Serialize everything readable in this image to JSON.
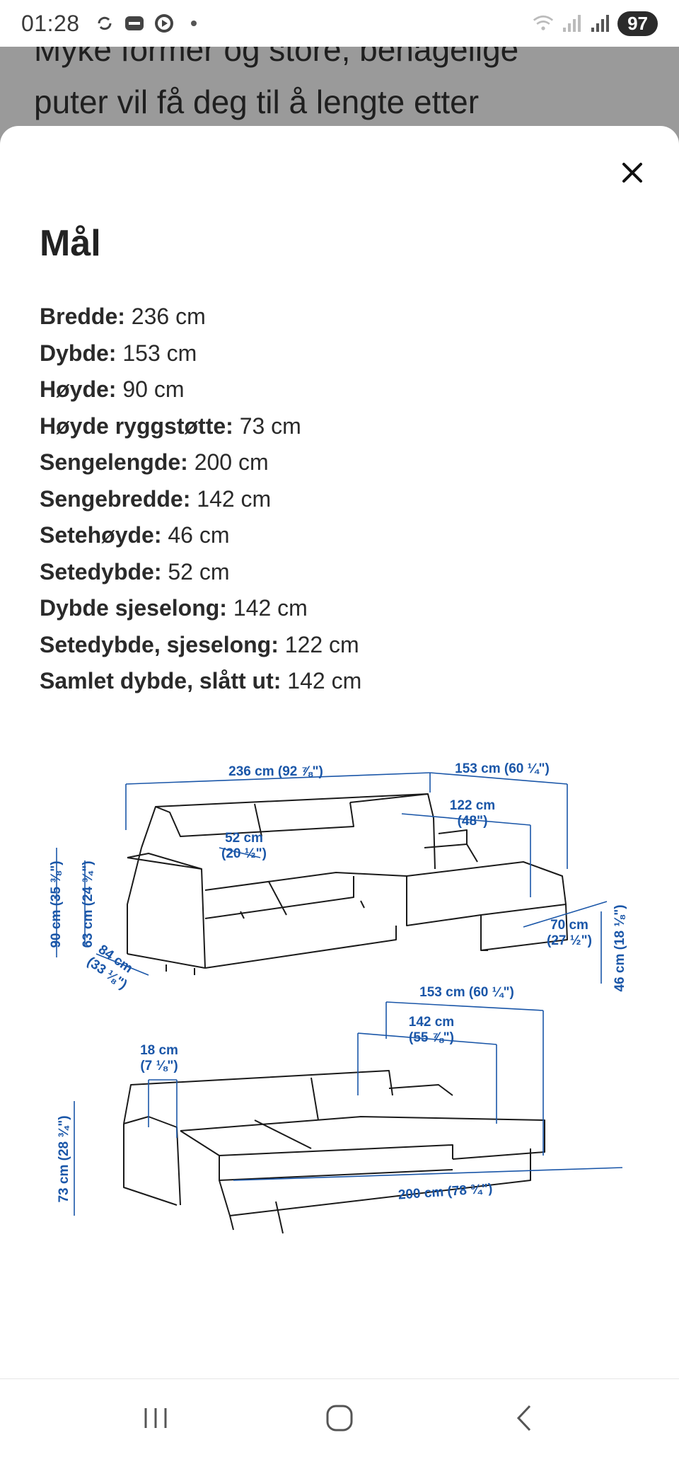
{
  "status_bar": {
    "time": "01:28",
    "battery": "97",
    "icons": [
      "sync-icon",
      "wear-icon",
      "play-icon",
      "dot-icon",
      "wifi-icon",
      "signal-icon",
      "signal-icon"
    ]
  },
  "background_page": {
    "line1": "Myke former og store, behagelige",
    "line2": "puter vil få deg til å lengte etter"
  },
  "sheet": {
    "title": "Mål",
    "close_icon": "close-icon",
    "dimensions": [
      {
        "label": "Bredde:",
        "value": " 236 cm"
      },
      {
        "label": "Dybde:",
        "value": " 153 cm"
      },
      {
        "label": "Høyde:",
        "value": " 90 cm"
      },
      {
        "label": "Høyde ryggstøtte:",
        "value": " 73 cm"
      },
      {
        "label": "Sengelengde:",
        "value": " 200 cm"
      },
      {
        "label": "Sengebredde:",
        "value": " 142 cm"
      },
      {
        "label": "Setehøyde:",
        "value": " 46 cm"
      },
      {
        "label": "Setedybde:",
        "value": " 52 cm"
      },
      {
        "label": "Dybde sjeselong:",
        "value": " 142 cm"
      },
      {
        "label": "Setedybde, sjeselong:",
        "value": " 122 cm"
      },
      {
        "label": "Samlet dybde, slått ut:",
        "value": " 142 cm"
      }
    ],
    "drawing_labels": {
      "width": "236 cm (92 ⅞\")",
      "depth": "153 cm (60 ¼\")",
      "chaise_seat_depth_l1": "122 cm",
      "chaise_seat_depth_l2": "(48\")",
      "seat_depth_l1": "52 cm",
      "seat_depth_l2": "(20 ½\")",
      "height": "90 cm (35 ⅜\")",
      "back_height": "63 cm (24 ¾\")",
      "arm_depth_l1": "84 cm",
      "arm_depth_l2": "(33 ⅛\")",
      "chaise_width_l1": "70 cm",
      "chaise_width_l2": "(27 ½\")",
      "seat_height": "46 cm (18 ⅛\")",
      "bed_depth": "153 cm (60 ¼\")",
      "bed_width_l1": "142 cm",
      "bed_width_l2": "(55 ⅞\")",
      "arm_width_l1": "18 cm",
      "arm_width_l2": "(7 ⅛\")",
      "bed_height": "73 cm (28 ¾\")",
      "bed_length": "200 cm (78 ¾\")"
    },
    "colors": {
      "dimension_blue": "#1a56a8",
      "line": "#1a1a1a"
    }
  },
  "nav_bar": {
    "items": [
      "recent-apps-icon",
      "home-icon",
      "back-icon"
    ]
  }
}
